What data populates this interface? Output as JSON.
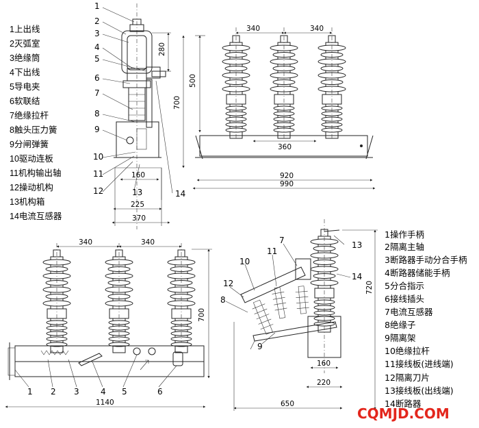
{
  "legend_top": [
    "1上出线",
    "2灭弧室",
    "3绝缘筒",
    "4下出线",
    "5导电夹",
    "6软联结",
    "7绝缘拉杆",
    "8触头压力簧",
    "9分闸弹簧",
    "10驱动连板",
    "11机构输出轴",
    "12操动机构",
    "13机构箱",
    "14电流互感器"
  ],
  "legend_bottom": [
    "1操作手柄",
    "2隔离主轴",
    "3断路器手动分合手柄",
    "4断路器储能手柄",
    "5分合指示",
    "6接线插头",
    "7电流互感器",
    "8绝缘子",
    "9隔离架",
    "10绝缘拉杆",
    "11接线板(进线端)",
    "12隔离刀片",
    "13接线板(出线端)",
    "14断路器"
  ],
  "side_view": {
    "callouts": [
      "1",
      "2",
      "3",
      "4",
      "5",
      "6",
      "7",
      "8",
      "9",
      "10",
      "11",
      "12",
      "13",
      "14"
    ],
    "dims": {
      "h_280": "280",
      "w_160": "160",
      "w_225": "225",
      "w_370": "370"
    }
  },
  "front_view_top": {
    "dims": {
      "p1": "340",
      "p2": "340",
      "h500": "500",
      "h700": "700",
      "w360": "360",
      "w920": "920",
      "w990": "990"
    }
  },
  "front_view_bottom": {
    "dims": {
      "p1": "340",
      "p2": "340",
      "h700": "700",
      "w1140": "1140"
    },
    "callouts": [
      "1",
      "2",
      "3",
      "4",
      "5",
      "6"
    ]
  },
  "isolator_view": {
    "dims": {
      "h720": "720",
      "w160": "160",
      "w220": "220",
      "w650": "650"
    },
    "callouts": [
      "7",
      "10",
      "11",
      "12",
      "8",
      "9",
      "13",
      "14"
    ]
  },
  "watermark": "CQMJD.COM"
}
